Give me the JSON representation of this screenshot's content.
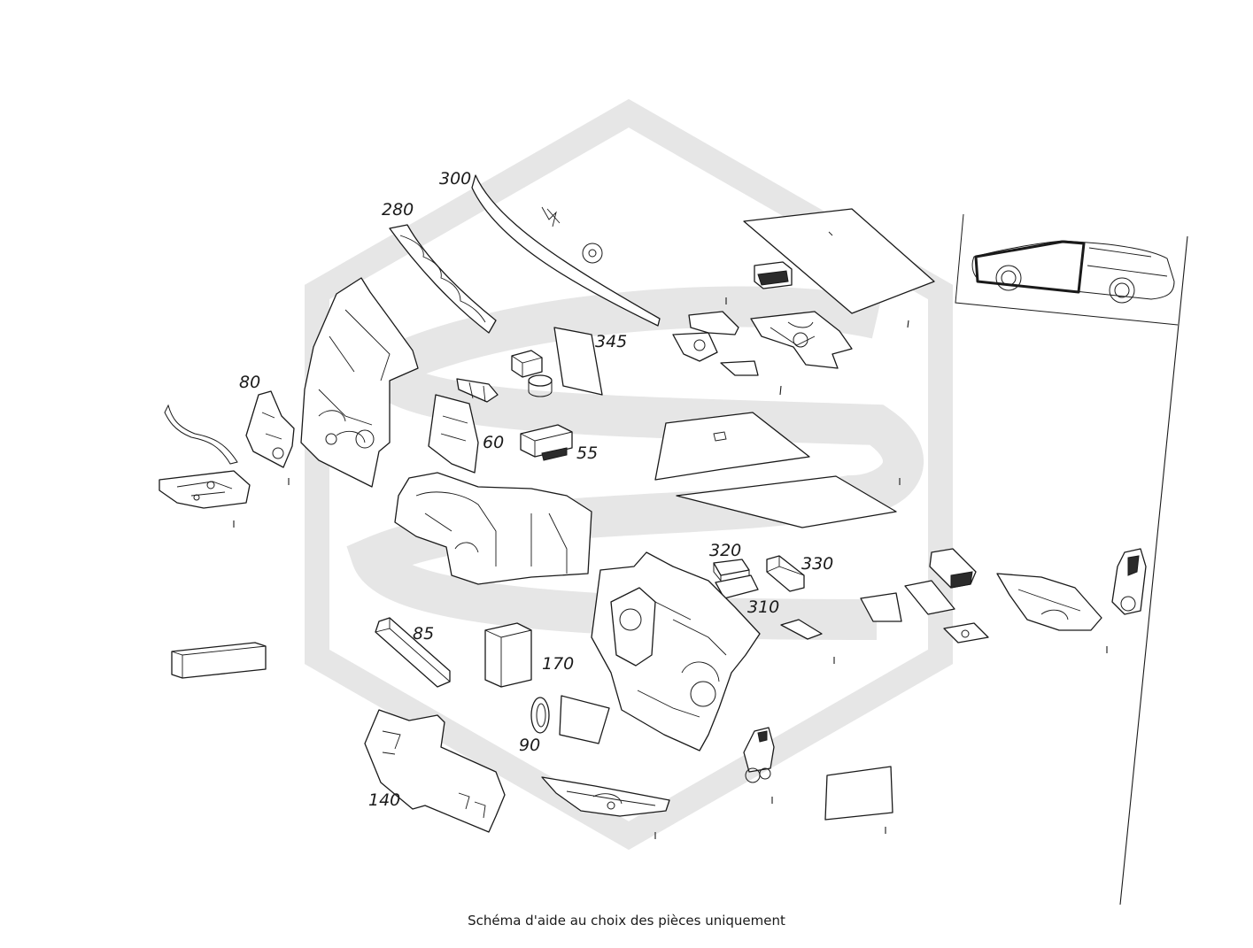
{
  "footer_note": "Schéma d'aide au choix des pièces uniquement",
  "watermark_icon": "brand-watermark-icon",
  "callouts": {
    "c300": "300",
    "c280": "280",
    "c345": "345",
    "c80": "80",
    "c60": "60",
    "c55": "55",
    "c320": "320",
    "c330": "330",
    "c310": "310",
    "c85": "85",
    "c170": "170",
    "c90": "90",
    "c140": "140"
  },
  "colors": {
    "line": "#1a1a1a",
    "watermark": "#e6e6e6"
  }
}
